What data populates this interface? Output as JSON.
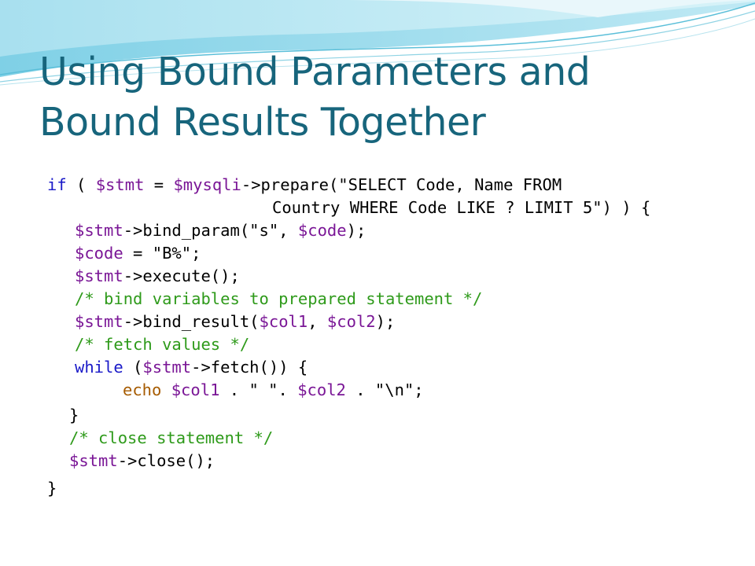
{
  "slide": {
    "title_line1": "Using Bound Parameters and",
    "title_line2": "Bound Results Together"
  },
  "code": {
    "l1": {
      "kw": "if",
      "t1": " ( ",
      "v1": "$stmt",
      "t2": " = ",
      "v2": "$mysqli",
      "t3": "->prepare(\"SELECT Code, Name FROM"
    },
    "l2": {
      "t1": "Country WHERE Code LIKE ? LIMIT 5\") ) {"
    },
    "l3": {
      "v1": "$stmt",
      "t1": "->bind_param(\"s\", ",
      "v2": "$code",
      "t2": ");"
    },
    "l4": {
      "v1": "$code",
      "t1": " = \"B%\";"
    },
    "l5": {
      "v1": "$stmt",
      "t1": "->execute();"
    },
    "l6": {
      "c1": "/* bind variables to prepared statement */"
    },
    "l7": {
      "v1": "$stmt",
      "t1": "->bind_result(",
      "v2": "$col1",
      "t2": ", ",
      "v3": "$col2",
      "t3": ");"
    },
    "l8": {
      "c1": "/* fetch values */"
    },
    "l9": {
      "kw": "while",
      "t1": " (",
      "v1": "$stmt",
      "t2": "->fetch()) {"
    },
    "l10": {
      "fn": "echo",
      "t1": " ",
      "v1": "$col1",
      "t2": " . \" \". ",
      "v2": "$col2",
      "t3": " . \"\\n\";"
    },
    "l11": {
      "t1": "}"
    },
    "l12": {
      "c1": "/* close statement */"
    },
    "l13": {
      "v1": "$stmt",
      "t1": "->close();"
    },
    "l14": {
      "t1": "}"
    }
  },
  "colors": {
    "title": "#17657c",
    "keyword": "#1a1ac8",
    "variable": "#7a1696",
    "comment": "#2e9a1a",
    "function": "#a65b00",
    "text": "#000000"
  }
}
